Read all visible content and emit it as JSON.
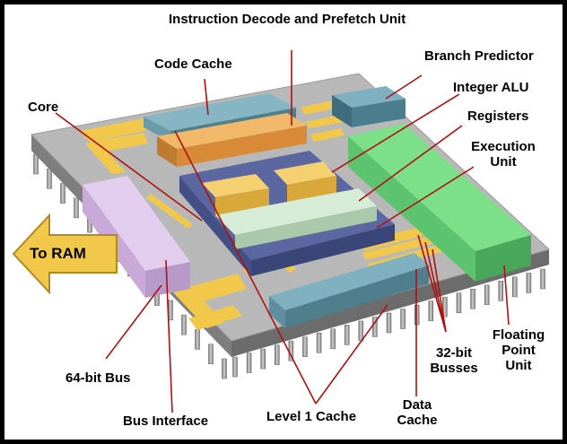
{
  "labels": {
    "instruction_decode": "Instruction Decode and Prefetch Unit",
    "code_cache": "Code Cache",
    "branch_predictor": "Branch Predictor",
    "integer_alu": "Integer ALU",
    "registers": "Registers",
    "execution_unit_line1": "Execution",
    "execution_unit_line2": "Unit",
    "core": "Core",
    "to_ram": "To RAM",
    "bus_64": "64-bit Bus",
    "bus_interface": "Bus Interface",
    "level1_cache": "Level 1 Cache",
    "data_cache_line1": "Data",
    "data_cache_line2": "Cache",
    "busses_line1": "32-bit",
    "busses_line2": "Busses",
    "fpu_line1": "Floating",
    "fpu_line2": "Point",
    "fpu_line3": "Unit"
  },
  "colors": {
    "chip_top": "#b4b4b4",
    "chip_side": "#8a8a8a",
    "pins": "#9a9a9a",
    "bus_yellow": "#f2c84a",
    "code_cache": "#6a9aa8",
    "decode_unit": "#e8a04a",
    "branch_predictor": "#5d8fa0",
    "core_block": "#4f5a8c",
    "alu_yellow": "#f0c04e",
    "registers": "#cfe6d0",
    "fpu_green": "#6ed47a",
    "bus_interface": "#d9bde6",
    "data_cache": "#5d8fa0",
    "arrow_yellow": "#f2c84a",
    "leader_red": "#b01010"
  }
}
